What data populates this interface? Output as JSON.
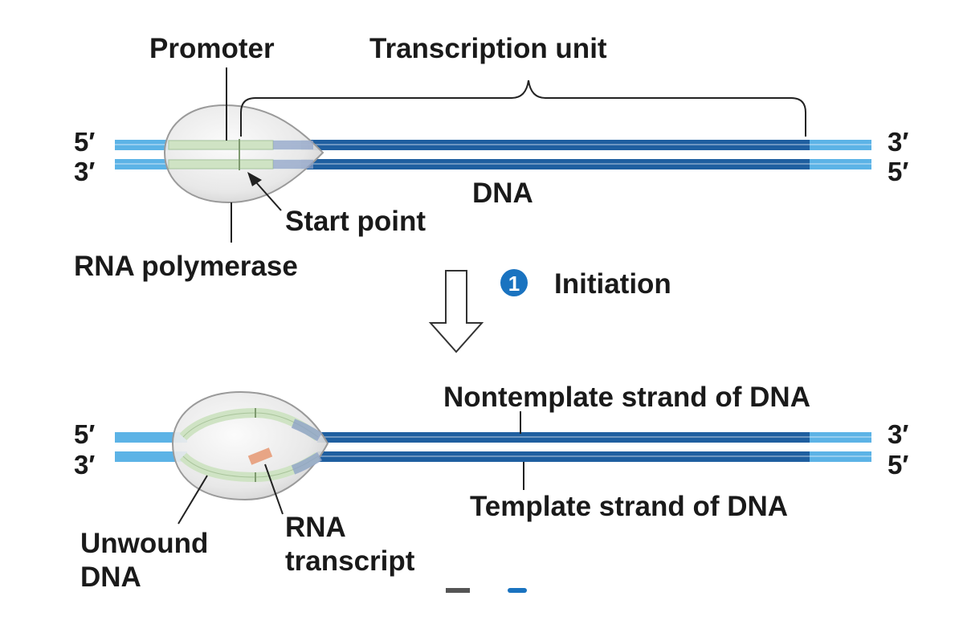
{
  "top": {
    "promoter_label": "Promoter",
    "transcription_unit_label": "Transcription unit",
    "top_left_end": "5′",
    "bottom_left_end": "3′",
    "top_right_end": "3′",
    "bottom_right_end": "5′",
    "dna_label": "DNA",
    "start_point_label": "Start point",
    "polymerase_label": "RNA polymerase"
  },
  "step": {
    "number": "1",
    "label": "Initiation"
  },
  "bottom": {
    "top_left_end": "5′",
    "bottom_left_end": "3′",
    "top_right_end": "3′",
    "bottom_right_end": "5′",
    "nontemplate_label": "Nontemplate strand of DNA",
    "template_label": "Template strand of DNA",
    "rna_label_line1": "RNA",
    "rna_label_line2": "transcript",
    "unwound_label_line1": "Unwound",
    "unwound_label_line2": "DNA"
  },
  "colors": {
    "dna_dark": "#1f5fa0",
    "dna_light": "#5cb3e6",
    "promoter_green": "#cfe3c4",
    "polymerase_fill": "#e4e4e4",
    "rna_transcript": "#e8a585",
    "step_circle": "#1a73c0"
  }
}
